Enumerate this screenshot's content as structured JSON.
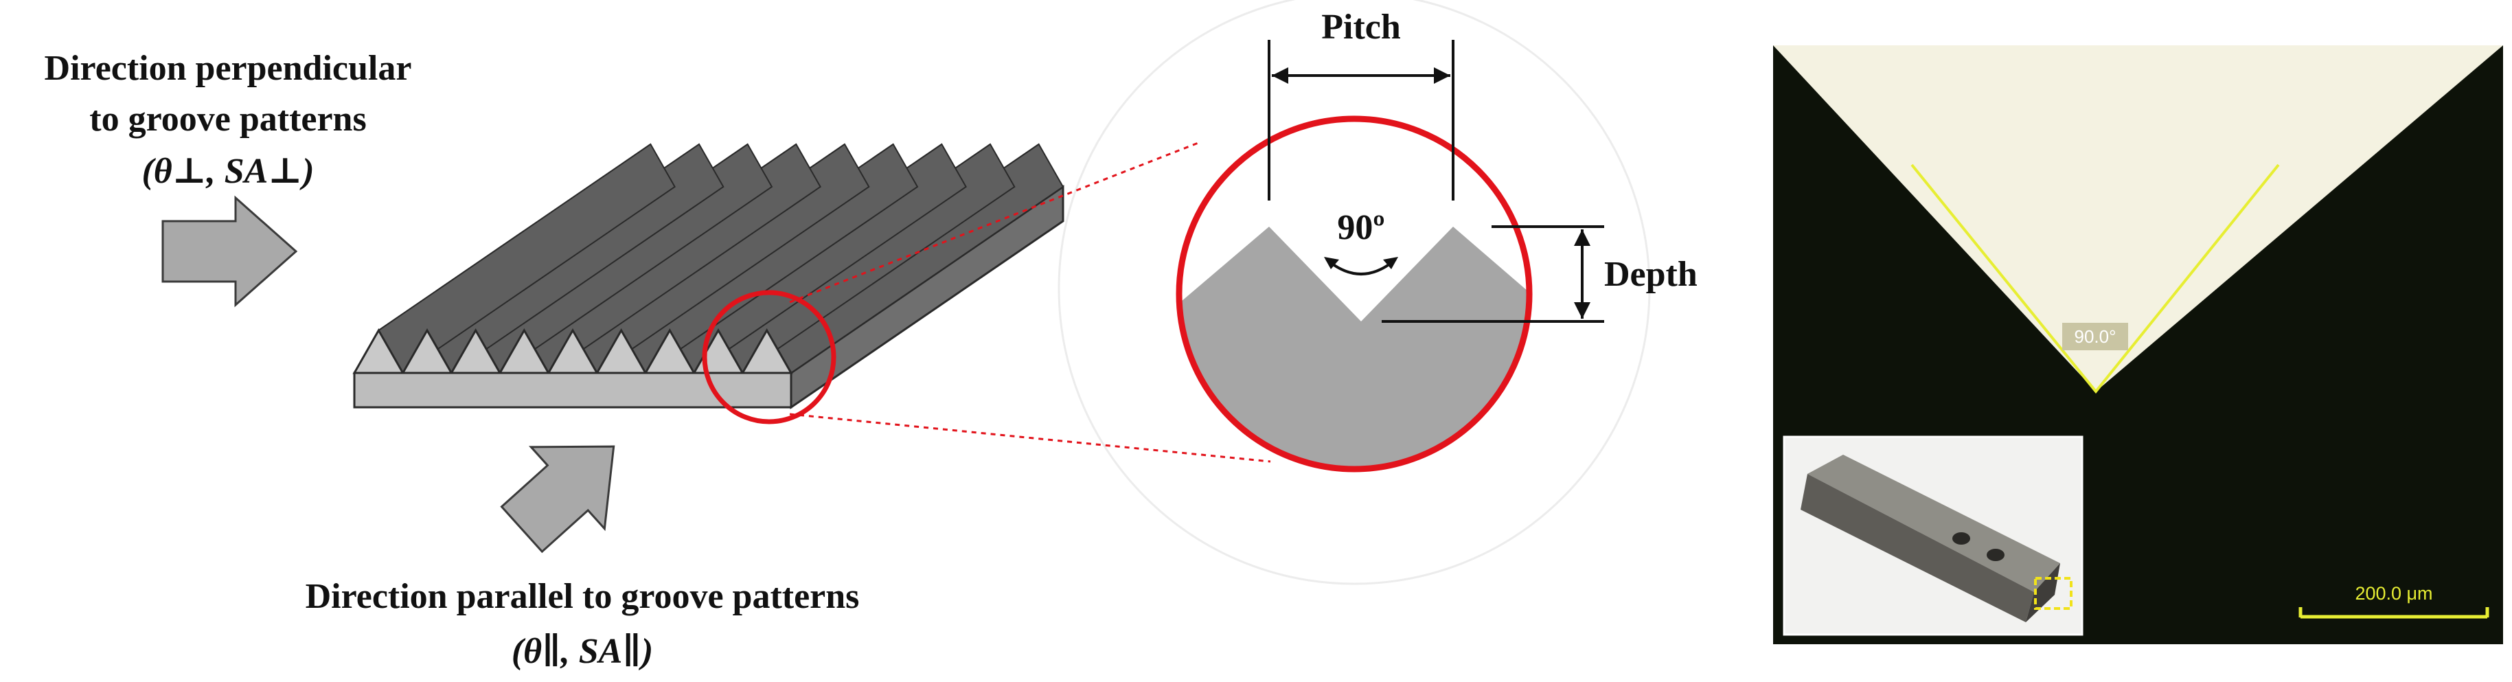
{
  "labels": {
    "perp_line1": "Direction perpendicular",
    "perp_line2": "to groove patterns",
    "perp_line3": "(θ⊥,  SA⊥)",
    "par_line1": "Direction parallel to groove patterns",
    "par_line2": "(θ∥,  SA∥)",
    "pitch": "Pitch",
    "angle": "90º",
    "depth": "Depth"
  },
  "micrograph": {
    "angle_label": "90.0°",
    "scale_bar_label": "200.0 μm"
  },
  "groove": {
    "count": 9,
    "apex_angle_deg": 90
  },
  "colors": {
    "groove_dark": "#5f5f5f",
    "groove_light": "#c9c9c9",
    "base": "#bdbdbd",
    "arrow": "#a9a9a9",
    "highlight": "#e2131b",
    "profile": "#a6a6a6",
    "micro_bg": "#0d1209",
    "micro_cream": "#f4f2e1",
    "micro_yellow": "#e7ee33"
  }
}
